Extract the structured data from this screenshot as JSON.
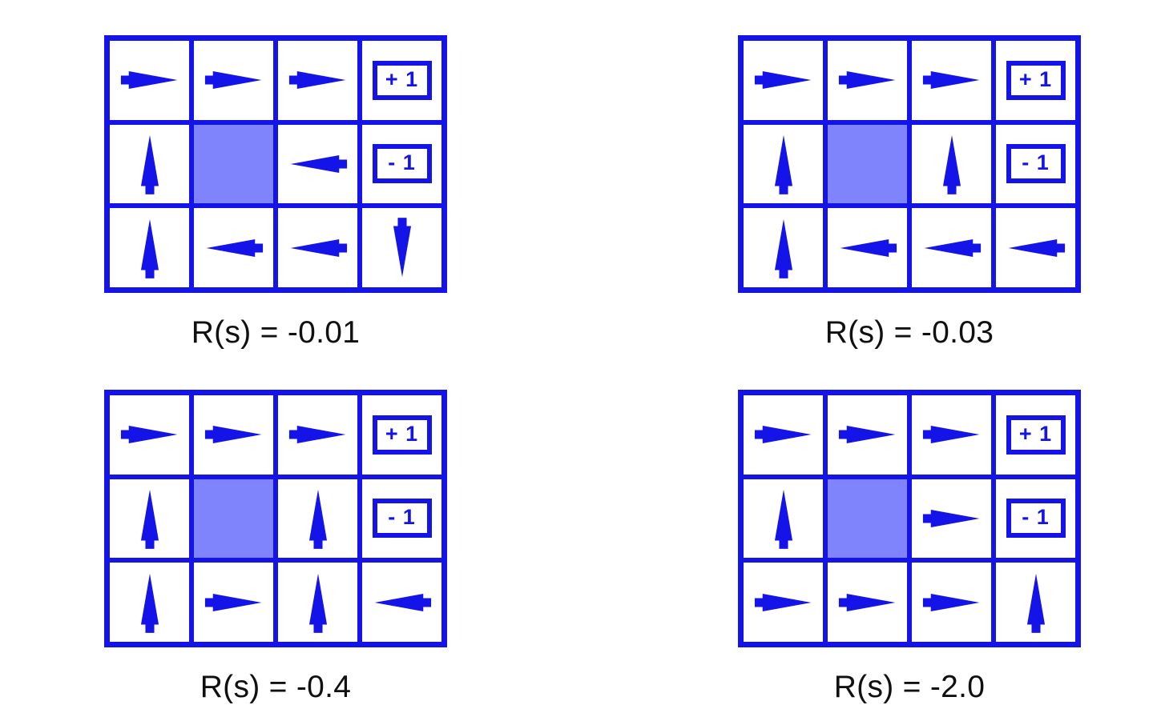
{
  "figure": {
    "title": "Gridworld optimal policies for varying living reward",
    "colors": {
      "blue": "#1414e8",
      "wall_fill": "#7f84fd",
      "cell_fill": "#ffffff",
      "caption_text": "#101010",
      "background": "#ffffff"
    },
    "grid": {
      "rows": 3,
      "cols": 4
    },
    "icons": {
      "right": "arrow-right-icon",
      "left": "arrow-left-icon",
      "up": "arrow-up-icon",
      "down": "arrow-down-icon",
      "wall": "wall-block",
      "positive_terminal": "reward-badge-positive",
      "negative_terminal": "reward-badge-negative"
    },
    "panels": [
      {
        "id": "panel-r-0-01",
        "caption": "R(s) = -0.01",
        "reward": -0.01,
        "cells": [
          [
            "right",
            "right",
            "right",
            "terminal-positive"
          ],
          [
            "up",
            "wall",
            "left",
            "terminal-negative"
          ],
          [
            "up",
            "left",
            "left",
            "down"
          ]
        ],
        "terminal_positive_label": "+ 1",
        "terminal_negative_label": "- 1"
      },
      {
        "id": "panel-r-0-03",
        "caption": "R(s) = -0.03",
        "reward": -0.03,
        "cells": [
          [
            "right",
            "right",
            "right",
            "terminal-positive"
          ],
          [
            "up",
            "wall",
            "up",
            "terminal-negative"
          ],
          [
            "up",
            "left",
            "left",
            "left"
          ]
        ],
        "terminal_positive_label": "+ 1",
        "terminal_negative_label": "- 1"
      },
      {
        "id": "panel-r-0-4",
        "caption": "R(s) = -0.4",
        "reward": -0.4,
        "cells": [
          [
            "right",
            "right",
            "right",
            "terminal-positive"
          ],
          [
            "up",
            "wall",
            "up",
            "terminal-negative"
          ],
          [
            "up",
            "right",
            "up",
            "left"
          ]
        ],
        "terminal_positive_label": "+ 1",
        "terminal_negative_label": "- 1"
      },
      {
        "id": "panel-r-2-0",
        "caption": "R(s) = -2.0",
        "reward": -2.0,
        "cells": [
          [
            "right",
            "right",
            "right",
            "terminal-positive"
          ],
          [
            "up",
            "wall",
            "right",
            "terminal-negative"
          ],
          [
            "right",
            "right",
            "right",
            "up"
          ]
        ],
        "terminal_positive_label": "+ 1",
        "terminal_negative_label": "- 1"
      }
    ]
  }
}
